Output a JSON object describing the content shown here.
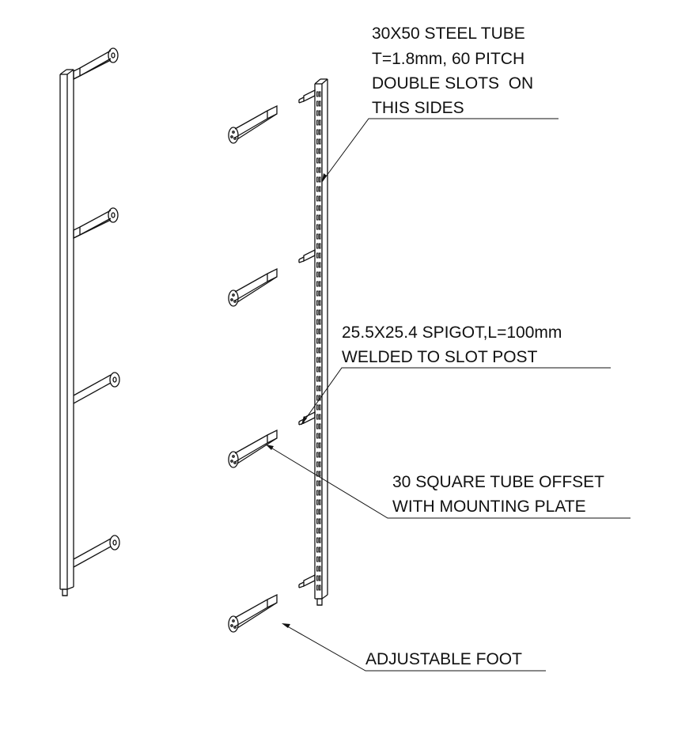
{
  "labels": {
    "steel_tube": {
      "lines": [
        "30X50 STEEL TUBE",
        "T=1.8mm, 60 PITCH",
        "DOUBLE SLOTS  ON",
        "THIS SIDES"
      ]
    },
    "spigot": {
      "lines": [
        "25.5X25.4 SPIGOT,L=100mm",
        "WELDED TO SLOT POST"
      ]
    },
    "offset_tube": {
      "lines": [
        "30 SQUARE TUBE OFFSET",
        "WITH MOUNTING PLATE"
      ]
    },
    "foot": {
      "lines": [
        "ADJUSTABLE FOOT"
      ]
    }
  },
  "colors": {
    "line": "#111111",
    "background": "#ffffff"
  }
}
